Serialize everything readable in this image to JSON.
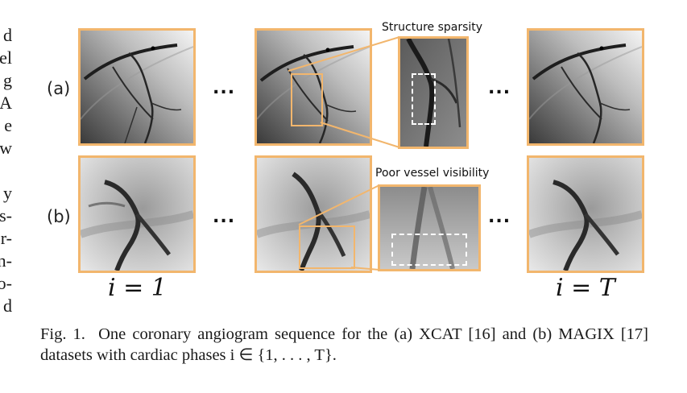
{
  "left_column_fragments": [
    "d",
    "el",
    "g",
    "A",
    "e",
    "w",
    "",
    "y",
    "s-",
    "r-",
    "n-",
    "o-",
    "d"
  ],
  "rows": [
    {
      "label": "(a)",
      "ellipsis": "..."
    },
    {
      "label": "(b)",
      "ellipsis": "..."
    }
  ],
  "callouts": {
    "a": "Structure sparsity",
    "b": "Poor vessel visibility"
  },
  "phase_labels": {
    "first": "i = 1",
    "last": "i = T"
  },
  "caption": {
    "prefix": "Fig. 1.",
    "text": "One coronary angiogram sequence for the (a) XCAT [16] and (b) MAGIX [17] datasets with cardiac phases i ∈ {1, . . . , T}."
  },
  "colors": {
    "frame_border": "#f2b66d",
    "dashed_box": "#ffffff"
  }
}
